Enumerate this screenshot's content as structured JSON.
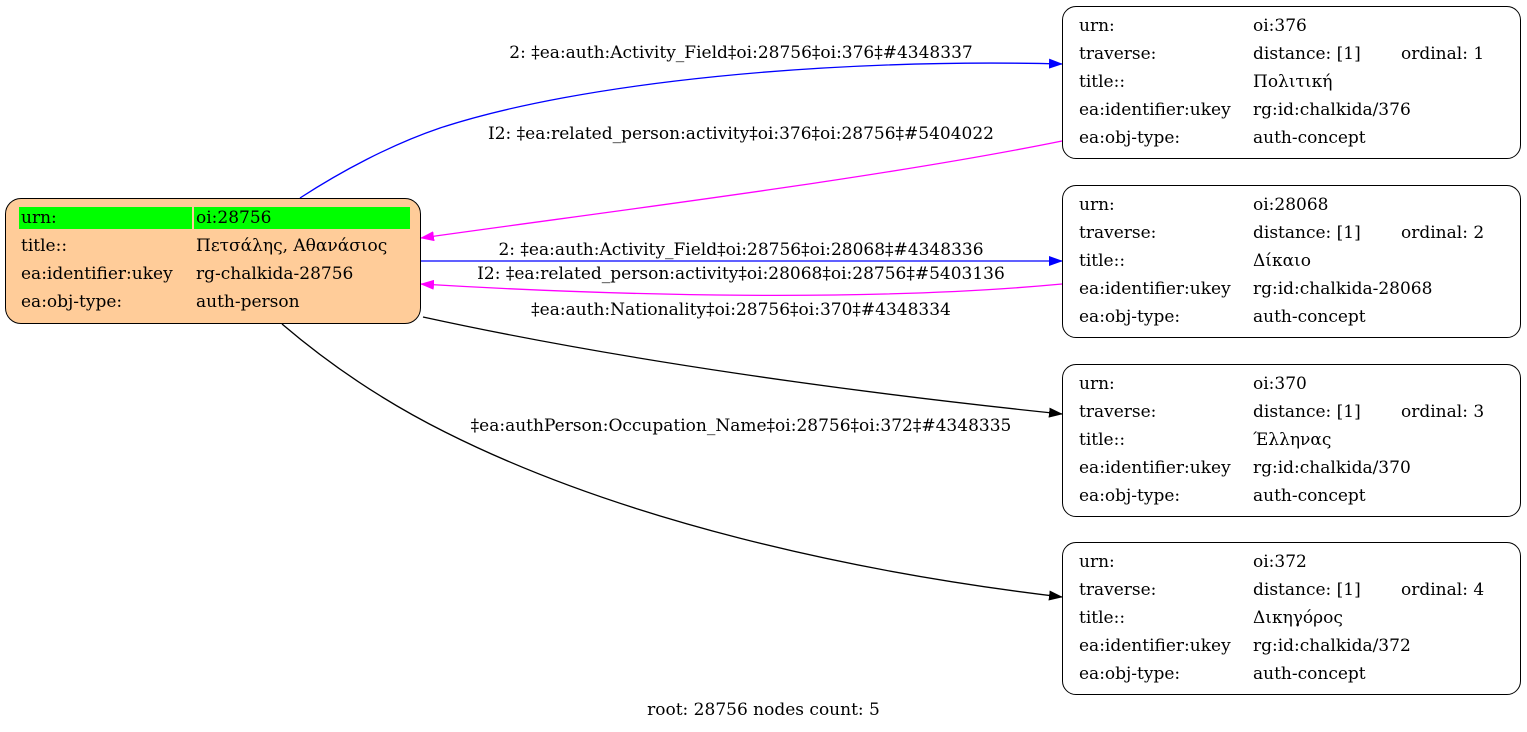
{
  "root_node": {
    "rows": [
      {
        "key": "urn:",
        "value": "oi:28756"
      },
      {
        "key": "title::",
        "value": "Πετσάλης, Αθανάσιος"
      },
      {
        "key": "ea:identifier:ukey",
        "value": "rg-chalkida-28756"
      },
      {
        "key": "ea:obj-type:",
        "value": "auth-person"
      }
    ]
  },
  "nodes": [
    {
      "urn_key": "urn:",
      "urn": "oi:376",
      "traverse_key": "traverse:",
      "distance": "distance: [1]",
      "ordinal": "ordinal: 1",
      "title_key": "title::",
      "title": "Πολιτική",
      "ukey_key": "ea:identifier:ukey",
      "ukey": "rg:id:chalkida/376",
      "type_key": "ea:obj-type:",
      "type": "auth-concept"
    },
    {
      "urn_key": "urn:",
      "urn": "oi:28068",
      "traverse_key": "traverse:",
      "distance": "distance: [1]",
      "ordinal": "ordinal: 2",
      "title_key": "title::",
      "title": "Δίκαιο",
      "ukey_key": "ea:identifier:ukey",
      "ukey": "rg:id:chalkida-28068",
      "type_key": "ea:obj-type:",
      "type": "auth-concept"
    },
    {
      "urn_key": "urn:",
      "urn": "oi:370",
      "traverse_key": "traverse:",
      "distance": "distance: [1]",
      "ordinal": "ordinal: 3",
      "title_key": "title::",
      "title": "Έλληνας",
      "ukey_key": "ea:identifier:ukey",
      "ukey": "rg:id:chalkida/370",
      "type_key": "ea:obj-type:",
      "type": "auth-concept"
    },
    {
      "urn_key": "urn:",
      "urn": "oi:372",
      "traverse_key": "traverse:",
      "distance": "distance: [1]",
      "ordinal": "ordinal: 4",
      "title_key": "title::",
      "title": "Δικηγόρος",
      "ukey_key": "ea:identifier:ukey",
      "ukey": "rg:id:chalkida/372",
      "type_key": "ea:obj-type:",
      "type": "auth-concept"
    }
  ],
  "edges": [
    {
      "label": "2: ‡ea:auth:Activity_Field‡oi:28756‡oi:376‡#4348337",
      "color": "#0000ff"
    },
    {
      "label": "I2: ‡ea:related_person:activity‡oi:376‡oi:28756‡#5404022",
      "color": "#ff00ff"
    },
    {
      "label": "2: ‡ea:auth:Activity_Field‡oi:28756‡oi:28068‡#4348336",
      "color": "#0000ff"
    },
    {
      "label": "I2: ‡ea:related_person:activity‡oi:28068‡oi:28756‡#5403136",
      "color": "#ff00ff"
    },
    {
      "label": "‡ea:auth:Nationality‡oi:28756‡oi:370‡#4348334",
      "color": "#000000"
    },
    {
      "label": "‡ea:authPerson:Occupation_Name‡oi:28756‡oi:372‡#4348335",
      "color": "#000000"
    }
  ],
  "footer": "root: 28756 nodes count: 5",
  "colors": {
    "root_fill": "#ffcc99",
    "highlight": "#00ff00"
  }
}
